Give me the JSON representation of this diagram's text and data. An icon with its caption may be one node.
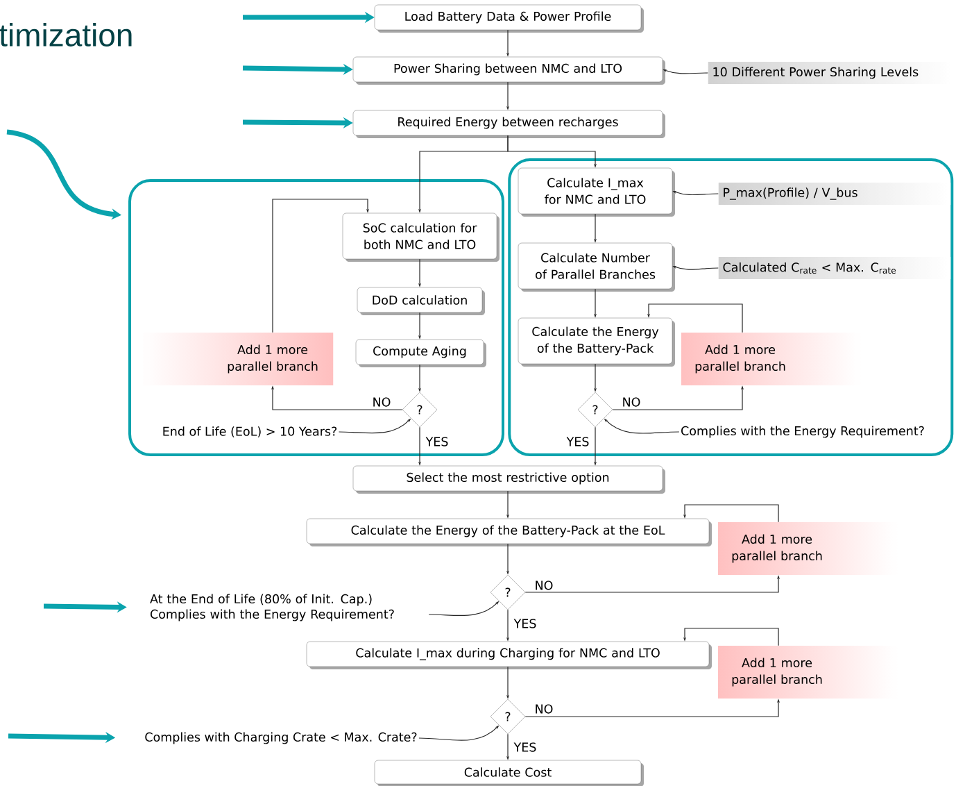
{
  "diagram": {
    "title": "timization",
    "nodes": [
      {
        "text": [
          "Load Battery Data & Power Profile"
        ]
      },
      {
        "text": [
          "Power Sharing between NMC and LTO"
        ]
      },
      {
        "text": [
          "10 Different Power Sharing Levels"
        ]
      },
      {
        "text": [
          "Required Energy between recharges"
        ]
      },
      {
        "text": [],
        "shape": "box"
      },
      {
        "text": [
          "SoC calculation for both NMC and LTO"
        ],
        "in": 4
      },
      {
        "text": [
          "DoD calculation"
        ],
        "in": 4
      },
      {
        "text": [
          "Compute Aging"
        ],
        "in": 4
      },
      {
        "text": [
          "Add 1 more parallel branch"
        ],
        "in": 4
      },
      {
        "text": [
          "?"
        ],
        "in": 4
      },
      {
        "text": [
          "End of Life (EoL) > 10 Years?"
        ],
        "in": 4
      },
      {
        "text": [],
        "shape": "box"
      },
      {
        "text": [
          "Calculate I_max for NMC and LTO"
        ],
        "in": 11
      },
      {
        "text": [
          "P_max(Profile) / V_bus"
        ],
        "in": 11
      },
      {
        "text": [
          "Calculate Number of Parallel Branches"
        ],
        "in": 11
      },
      {
        "text": [
          "Calculated C$_{rate}$ < Max. C$_{rate}$"
        ],
        "in": 11
      },
      {
        "text": [
          "Calculate the Energy of the Battery-Pack"
        ],
        "in": 11
      },
      {
        "text": [
          "Add 1 more parallel branch"
        ],
        "in": 11
      },
      {
        "text": [
          "?"
        ],
        "in": 11
      },
      {
        "text": [
          "Complies with the Energy Requirement?"
        ],
        "in": 11
      },
      {
        "text": [
          "Select the most restrictive option"
        ]
      },
      {
        "text": [
          "Calculate the Energy of the Battery-Pack at the EoL"
        ]
      },
      {
        "text": [
          "Add 1 more parallel branch"
        ]
      },
      {
        "text": [
          "?"
        ]
      },
      {
        "text": [
          "At the End of Life (80% of Init. Cap.) Complies with the Energy Requirement?"
        ]
      },
      {
        "text": [
          "Calculate I_max during Charging for NMC and LTO"
        ]
      },
      {
        "text": [
          "Add 1 more parallel branch"
        ]
      },
      {
        "text": [
          "?"
        ]
      },
      {
        "text": [
          "Complies with Charging Crate < Max. Crate?"
        ]
      },
      {
        "text": [
          "Calculate Cost"
        ]
      }
    ],
    "edges": [
      {
        "from": 0,
        "to": 1,
        "arrow": "to"
      },
      {
        "from": 2,
        "to": 1,
        "arrow": "to"
      },
      {
        "from": 1,
        "to": 3,
        "arrow": "to"
      },
      {
        "from": 3,
        "to": 5,
        "arrow": "to"
      },
      {
        "from": 3,
        "to": 12,
        "arrow": "to"
      },
      {
        "from": 5,
        "to": 6,
        "arrow": "to"
      },
      {
        "from": 6,
        "to": 7,
        "arrow": "to"
      },
      {
        "from": 7,
        "to": 9,
        "arrow": "to"
      },
      {
        "from": 9,
        "to": 8,
        "arrow": "to",
        "label": "NO"
      },
      {
        "from": 8,
        "to": 5,
        "arrow": "to"
      },
      {
        "from": 9,
        "to": 20,
        "arrow": "to",
        "label": "YES"
      },
      {
        "from": 10,
        "to": 9,
        "arrow": "to"
      },
      {
        "from": 12,
        "to": 14,
        "arrow": "to"
      },
      {
        "from": 13,
        "to": 12,
        "arrow": "to"
      },
      {
        "from": 14,
        "to": 16,
        "arrow": "to"
      },
      {
        "from": 15,
        "to": 14,
        "arrow": "to"
      },
      {
        "from": 16,
        "to": 18,
        "arrow": "to"
      },
      {
        "from": 18,
        "to": 17,
        "arrow": "to",
        "label": "NO"
      },
      {
        "from": 17,
        "to": 16,
        "arrow": "to"
      },
      {
        "from": 18,
        "to": 20,
        "arrow": "to",
        "label": "YES"
      },
      {
        "from": 19,
        "to": 18,
        "arrow": "to"
      },
      {
        "from": 20,
        "to": 21,
        "arrow": "to"
      },
      {
        "from": 21,
        "to": 23,
        "arrow": "to"
      },
      {
        "from": 23,
        "to": 22,
        "arrow": "to",
        "label": "NO"
      },
      {
        "from": 22,
        "to": 21,
        "arrow": "to"
      },
      {
        "from": 23,
        "to": 25,
        "arrow": "to",
        "label": "YES"
      },
      {
        "from": 24,
        "to": 23,
        "arrow": "to"
      },
      {
        "from": 25,
        "to": 27,
        "arrow": "to"
      },
      {
        "from": 27,
        "to": 26,
        "arrow": "to",
        "label": "NO"
      },
      {
        "from": 26,
        "to": 25,
        "arrow": "to"
      },
      {
        "from": 27,
        "to": 29,
        "arrow": "to",
        "label": "YES"
      },
      {
        "from": 28,
        "to": 27,
        "arrow": "to"
      },
      {
        "from": null,
        "to": 0,
        "arrow": "to",
        "style": "thick",
        "color": "#0aa3ad"
      },
      {
        "from": null,
        "to": 1,
        "arrow": "to",
        "style": "thick",
        "color": "#0aa3ad"
      },
      {
        "from": null,
        "to": 3,
        "arrow": "to",
        "style": "thick",
        "color": "#0aa3ad"
      },
      {
        "from": null,
        "to": 4,
        "arrow": "to",
        "style": "thick",
        "color": "#0aa3ad"
      },
      {
        "from": null,
        "to": 24,
        "arrow": "to",
        "style": "thick",
        "color": "#0aa3ad"
      },
      {
        "from": null,
        "to": 28,
        "arrow": "to",
        "style": "thick",
        "color": "#0aa3ad"
      }
    ]
  }
}
